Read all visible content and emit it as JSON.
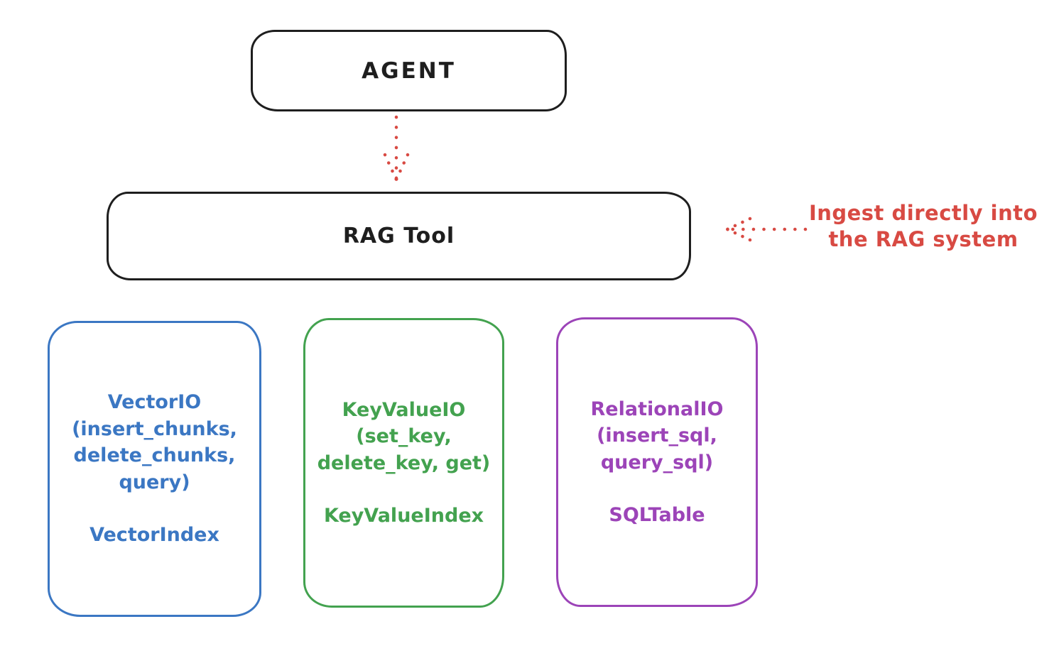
{
  "colors": {
    "ink": "#1e1e1e",
    "red": "#d84a43",
    "blue": "#3b77c3",
    "green": "#43a24f",
    "purple": "#9c44b8",
    "background": "#ffffff"
  },
  "nodes": {
    "agent": {
      "label": "AGENT"
    },
    "rag_tool": {
      "label": "RAG Tool"
    }
  },
  "annotation": {
    "text": "Ingest directly into\nthe RAG system"
  },
  "arrows": [
    {
      "id": "agent-to-rag-tool",
      "style": "dotted",
      "direction": "down",
      "color": "#d84a43"
    },
    {
      "id": "annotation-to-rag-tool",
      "style": "dotted",
      "direction": "left",
      "color": "#d84a43"
    }
  ],
  "storage_boxes": [
    {
      "id": "vector-io",
      "functions_block": "VectorIO\n(insert_chunks,\ndelete_chunks,\nquery)",
      "index_label": "VectorIndex",
      "color": "#3b77c3"
    },
    {
      "id": "keyvalue-io",
      "functions_block": "KeyValueIO\n(set_key,\ndelete_key, get)",
      "index_label": "KeyValueIndex",
      "color": "#43a24f"
    },
    {
      "id": "relational-io",
      "functions_block": "RelationalIO\n(insert_sql,\nquery_sql)",
      "index_label": "SQLTable",
      "color": "#9c44b8"
    }
  ]
}
